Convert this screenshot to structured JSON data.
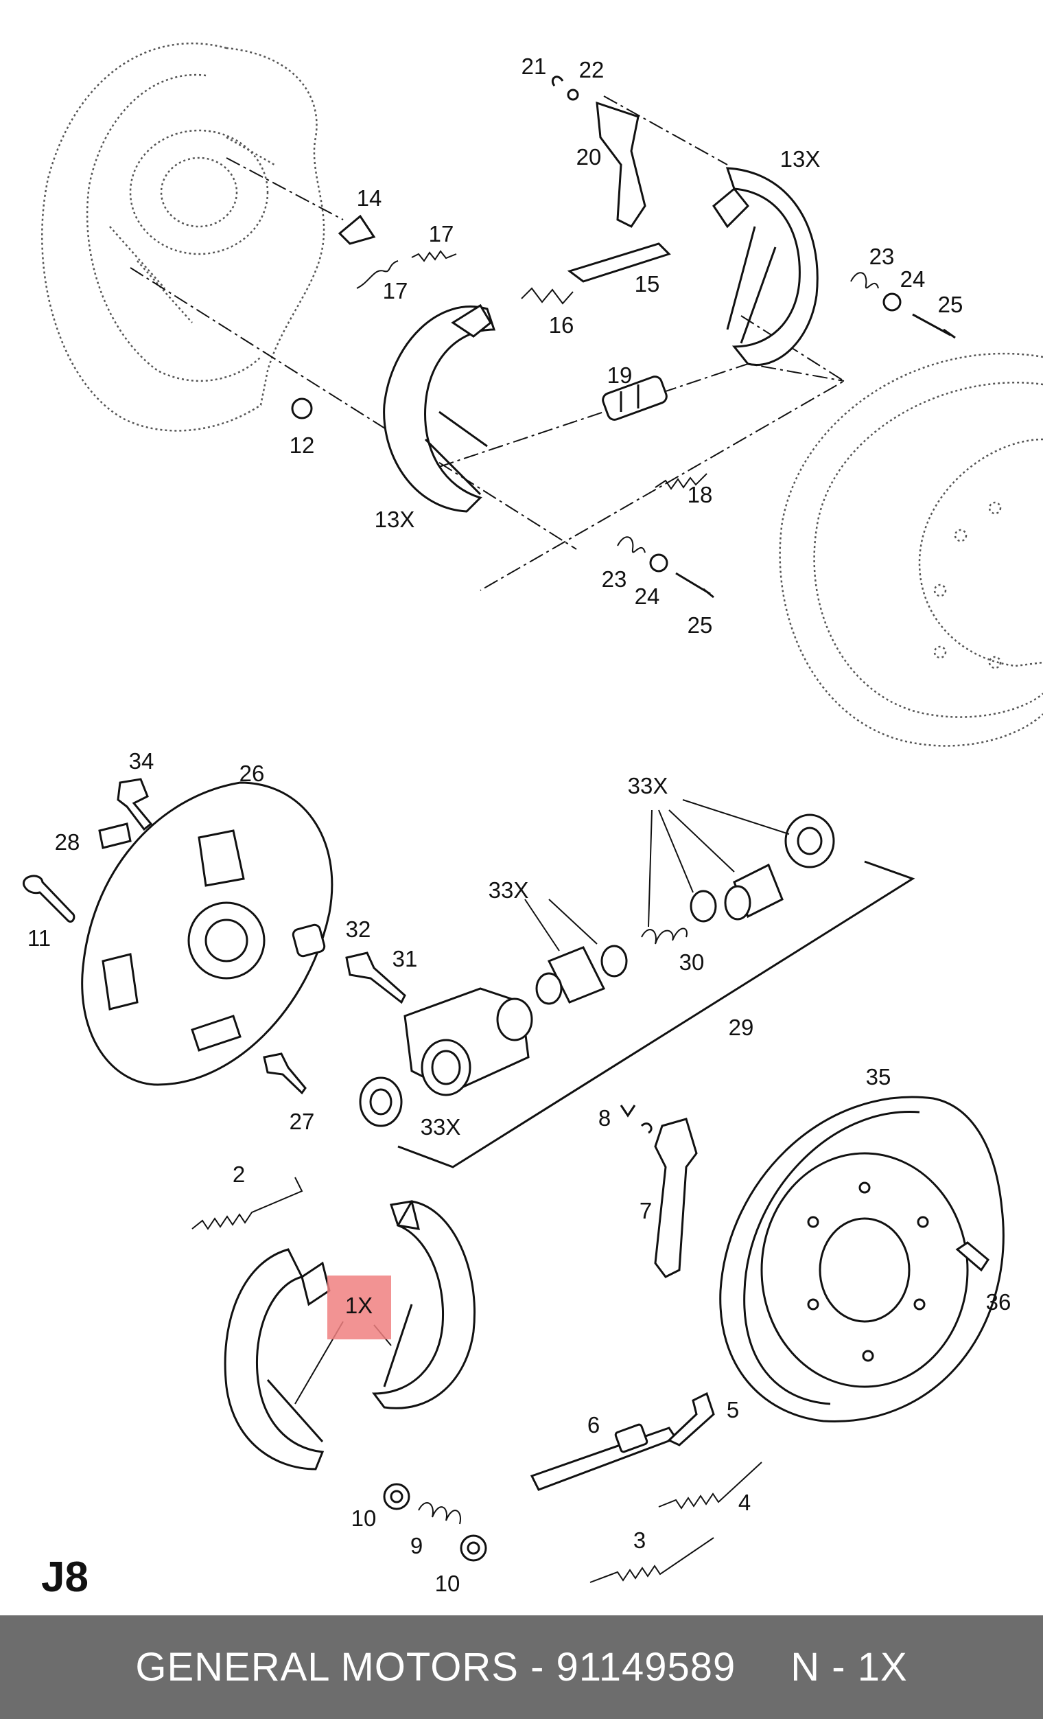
{
  "diagram": {
    "section_label": "J8",
    "callouts": [
      {
        "id": "c21",
        "text": "21"
      },
      {
        "id": "c22",
        "text": "22"
      },
      {
        "id": "c20",
        "text": "20"
      },
      {
        "id": "c13x_top",
        "text": "13X"
      },
      {
        "id": "c14",
        "text": "14"
      },
      {
        "id": "c17a",
        "text": "17"
      },
      {
        "id": "c17b",
        "text": "17"
      },
      {
        "id": "c15",
        "text": "15"
      },
      {
        "id": "c16",
        "text": "16"
      },
      {
        "id": "c23a",
        "text": "23"
      },
      {
        "id": "c24a",
        "text": "24"
      },
      {
        "id": "c25a",
        "text": "25"
      },
      {
        "id": "c19",
        "text": "19"
      },
      {
        "id": "c12",
        "text": "12"
      },
      {
        "id": "c18",
        "text": "18"
      },
      {
        "id": "c13x_left",
        "text": "13X"
      },
      {
        "id": "c23b",
        "text": "23"
      },
      {
        "id": "c24b",
        "text": "24"
      },
      {
        "id": "c25b",
        "text": "25"
      },
      {
        "id": "c34",
        "text": "34"
      },
      {
        "id": "c26",
        "text": "26"
      },
      {
        "id": "c28",
        "text": "28"
      },
      {
        "id": "c11",
        "text": "11"
      },
      {
        "id": "c32",
        "text": "32"
      },
      {
        "id": "c31",
        "text": "31"
      },
      {
        "id": "c27",
        "text": "27"
      },
      {
        "id": "c33x_a",
        "text": "33X"
      },
      {
        "id": "c33x_b",
        "text": "33X"
      },
      {
        "id": "c33x_c",
        "text": "33X"
      },
      {
        "id": "c30",
        "text": "30"
      },
      {
        "id": "c29",
        "text": "29"
      },
      {
        "id": "c35",
        "text": "35"
      },
      {
        "id": "c8",
        "text": "8"
      },
      {
        "id": "c7",
        "text": "7"
      },
      {
        "id": "c36",
        "text": "36"
      },
      {
        "id": "c2",
        "text": "2"
      },
      {
        "id": "c6",
        "text": "6"
      },
      {
        "id": "c5",
        "text": "5"
      },
      {
        "id": "c4",
        "text": "4"
      },
      {
        "id": "c3",
        "text": "3"
      },
      {
        "id": "c10a",
        "text": "10"
      },
      {
        "id": "c9",
        "text": "9"
      },
      {
        "id": "c10b",
        "text": "10"
      }
    ],
    "highlight": {
      "text": "1X",
      "color": "#f08080"
    }
  },
  "footer": {
    "brand": "GENERAL MOTORS",
    "separator": " - ",
    "part_number": "91149589",
    "position_text": "N - 1X",
    "background": "#6d6d6d"
  }
}
